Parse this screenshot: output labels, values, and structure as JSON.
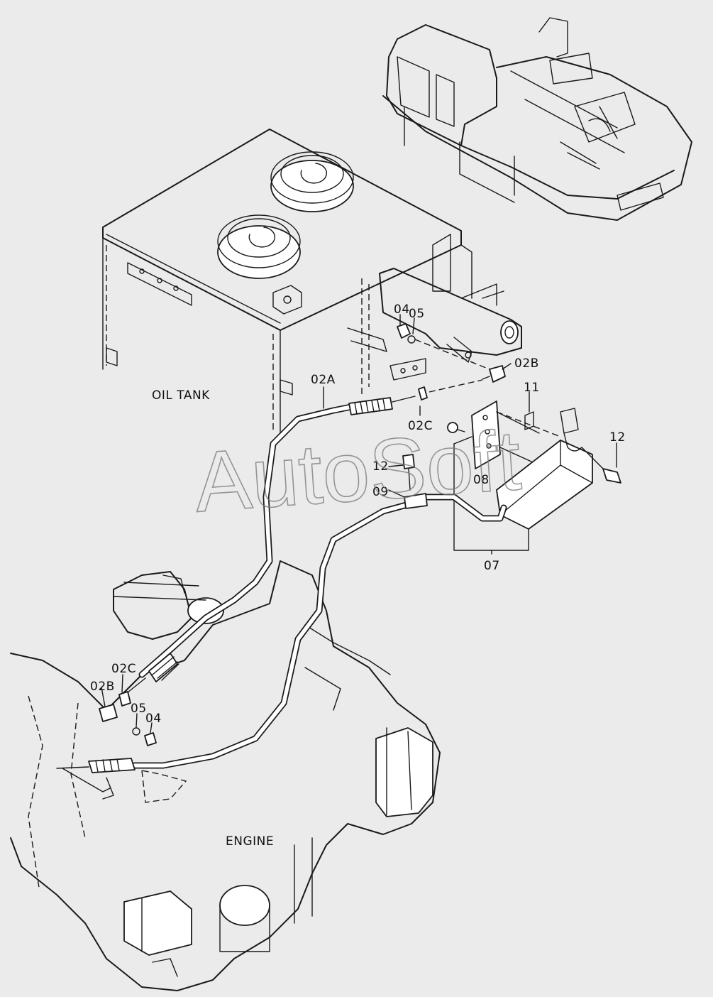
{
  "watermark": "AutoSoft",
  "areas": {
    "oil_tank": "OIL TANK",
    "engine": "ENGINE"
  },
  "callouts": {
    "c02A": "02A",
    "c02B_top": "02B",
    "c02C_top": "02C",
    "c04_top": "04",
    "c05_top": "05",
    "c11": "11",
    "c12_right": "12",
    "c12_mid": "12",
    "c08": "08",
    "c09": "09",
    "c07": "07",
    "c02C_low": "02C",
    "c02B_low": "02B",
    "c05_low": "05",
    "c04_low": "04"
  }
}
